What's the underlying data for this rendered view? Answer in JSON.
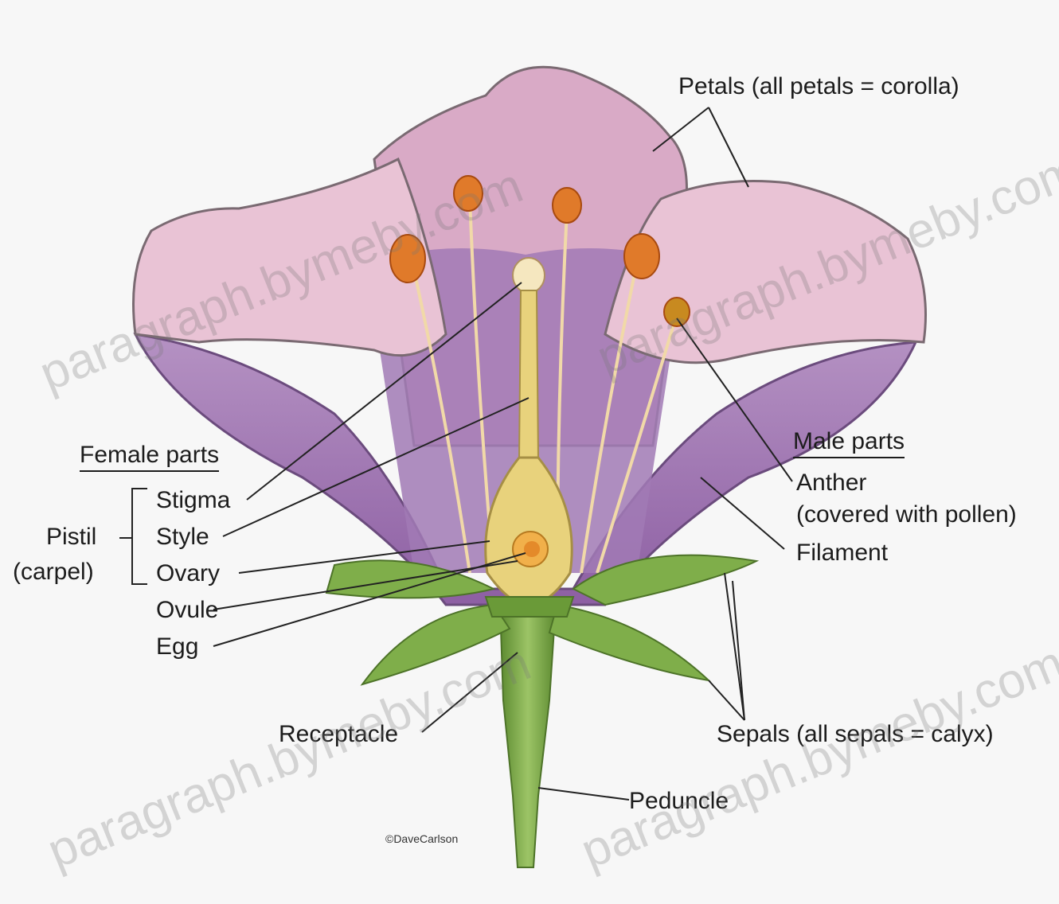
{
  "labels": {
    "petals": "Petals (all petals = corolla)",
    "female_header": "Female parts",
    "stigma": "Stigma",
    "style": "Style",
    "ovary": "Ovary",
    "ovule": "Ovule",
    "egg": "Egg",
    "pistil": "Pistil",
    "carpel": "(carpel)",
    "male_header": "Male parts",
    "anther": "Anther",
    "anther_note": "(covered with pollen)",
    "filament": "Filament",
    "receptacle": "Receptacle",
    "sepals": "Sepals (all sepals = calyx)",
    "peduncle": "Peduncle",
    "credit": "©DaveCarlson"
  },
  "watermark": "paragraph.bymeby.com",
  "colors": {
    "petal_pink": "#e9c3d5",
    "petal_purple": "#a47bb3",
    "sepal_green": "#6f9c3e",
    "stem_green": "#7fae4a",
    "anther_orange": "#e07a2a",
    "pistil_yellow": "#e8d27c"
  }
}
